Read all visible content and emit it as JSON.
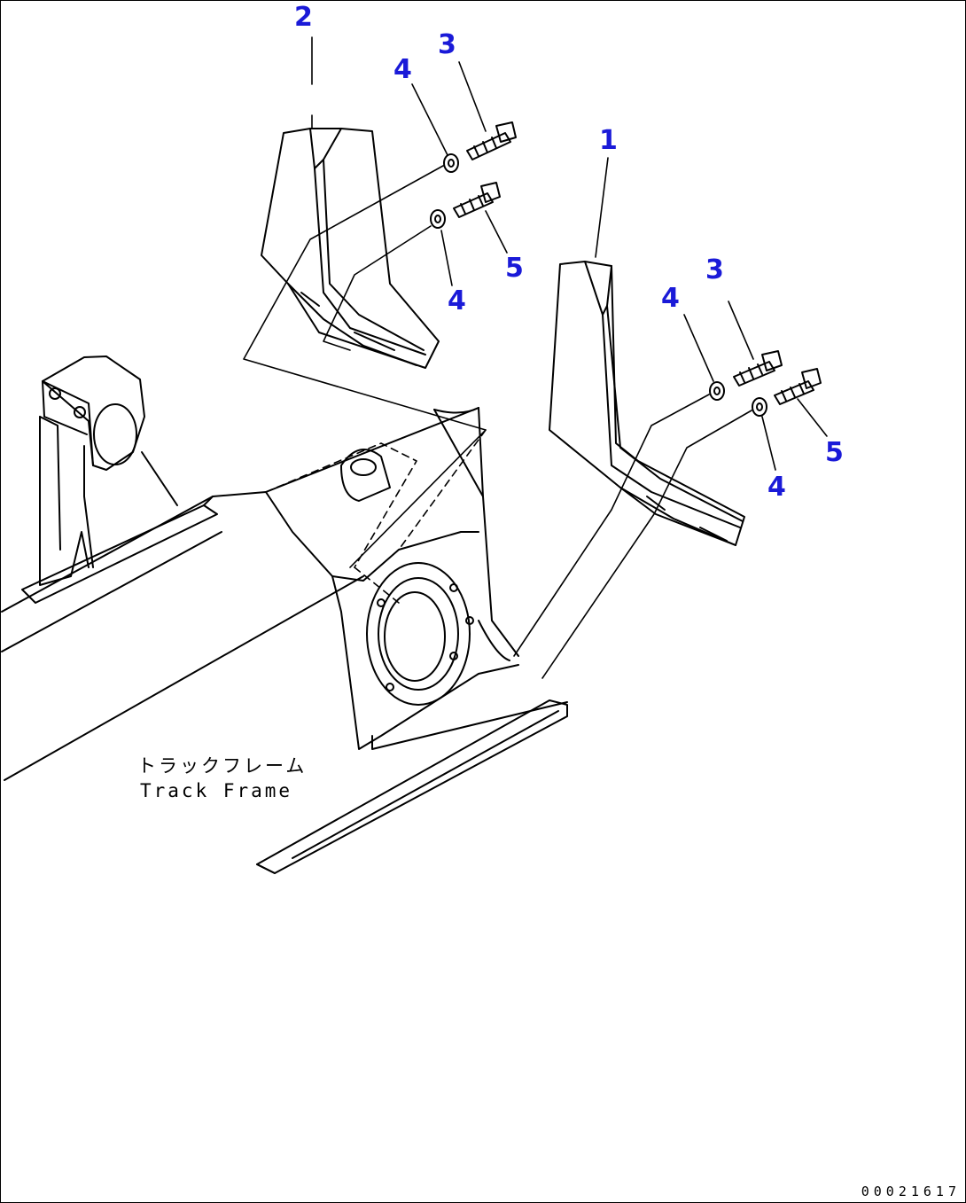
{
  "callouts": {
    "c2_top": "2",
    "c3_upper_left": "3",
    "c4_upper_left_a": "4",
    "c5_upper_left": "5",
    "c4_upper_left_b": "4",
    "c1": "1",
    "c4_right_a": "4",
    "c3_right": "3",
    "c5_right": "5",
    "c4_right_b": "4"
  },
  "frame_label": {
    "jp": "トラックフレーム",
    "en": "Track Frame"
  },
  "drawing_number": "00021617",
  "colors": {
    "callout": "#1a1ad8",
    "line": "#000000",
    "background": "#ffffff"
  }
}
